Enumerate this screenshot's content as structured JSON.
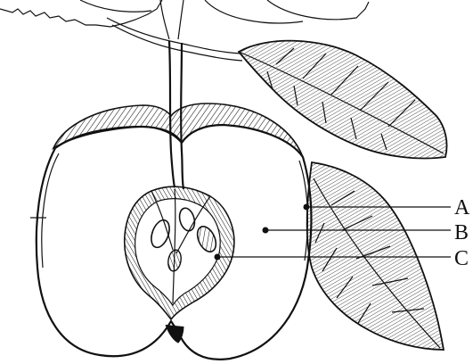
{
  "labels": [
    {
      "id": "A",
      "text": "A"
    },
    {
      "id": "B",
      "text": "B"
    },
    {
      "id": "C",
      "text": "C"
    }
  ],
  "colors": {
    "ink": "#111111",
    "paper": "#ffffff",
    "shade": "#d9d9d9"
  }
}
